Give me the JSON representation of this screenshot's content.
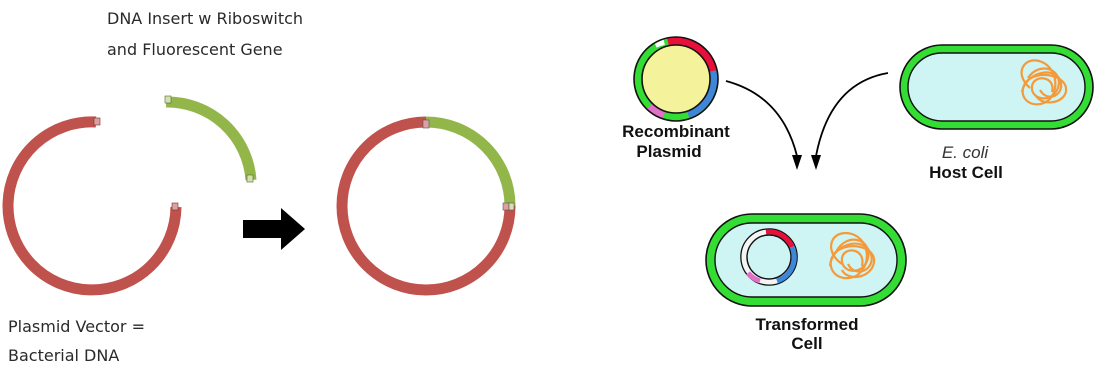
{
  "left_panel": {
    "insert_caption_line1": "DNA Insert w Riboswitch",
    "insert_caption_line2": "and Fluorescent Gene",
    "vector_caption_line1": "Plasmid Vector =",
    "vector_caption_line2": "Bacterial DNA",
    "colors": {
      "vector": "#c0524d",
      "insert": "#93b64b",
      "arrow": "#000000"
    }
  },
  "right_panel": {
    "recombinant_line1": "Recombinant",
    "recombinant_line2": "Plasmid",
    "host_italic": "E. coli",
    "host_bold": "Host Cell",
    "transformed_line1": "Transformed",
    "transformed_line2": "Cell",
    "colors": {
      "cell_wall": "#33dd33",
      "cytoplasm": "#cef4f4",
      "plasmid_center": "#f4f29a",
      "chromosome": "#f59a3a",
      "plasmid_red": "#e8103a",
      "plasmid_blue": "#3d86d8",
      "plasmid_pink": "#e070c8"
    }
  }
}
